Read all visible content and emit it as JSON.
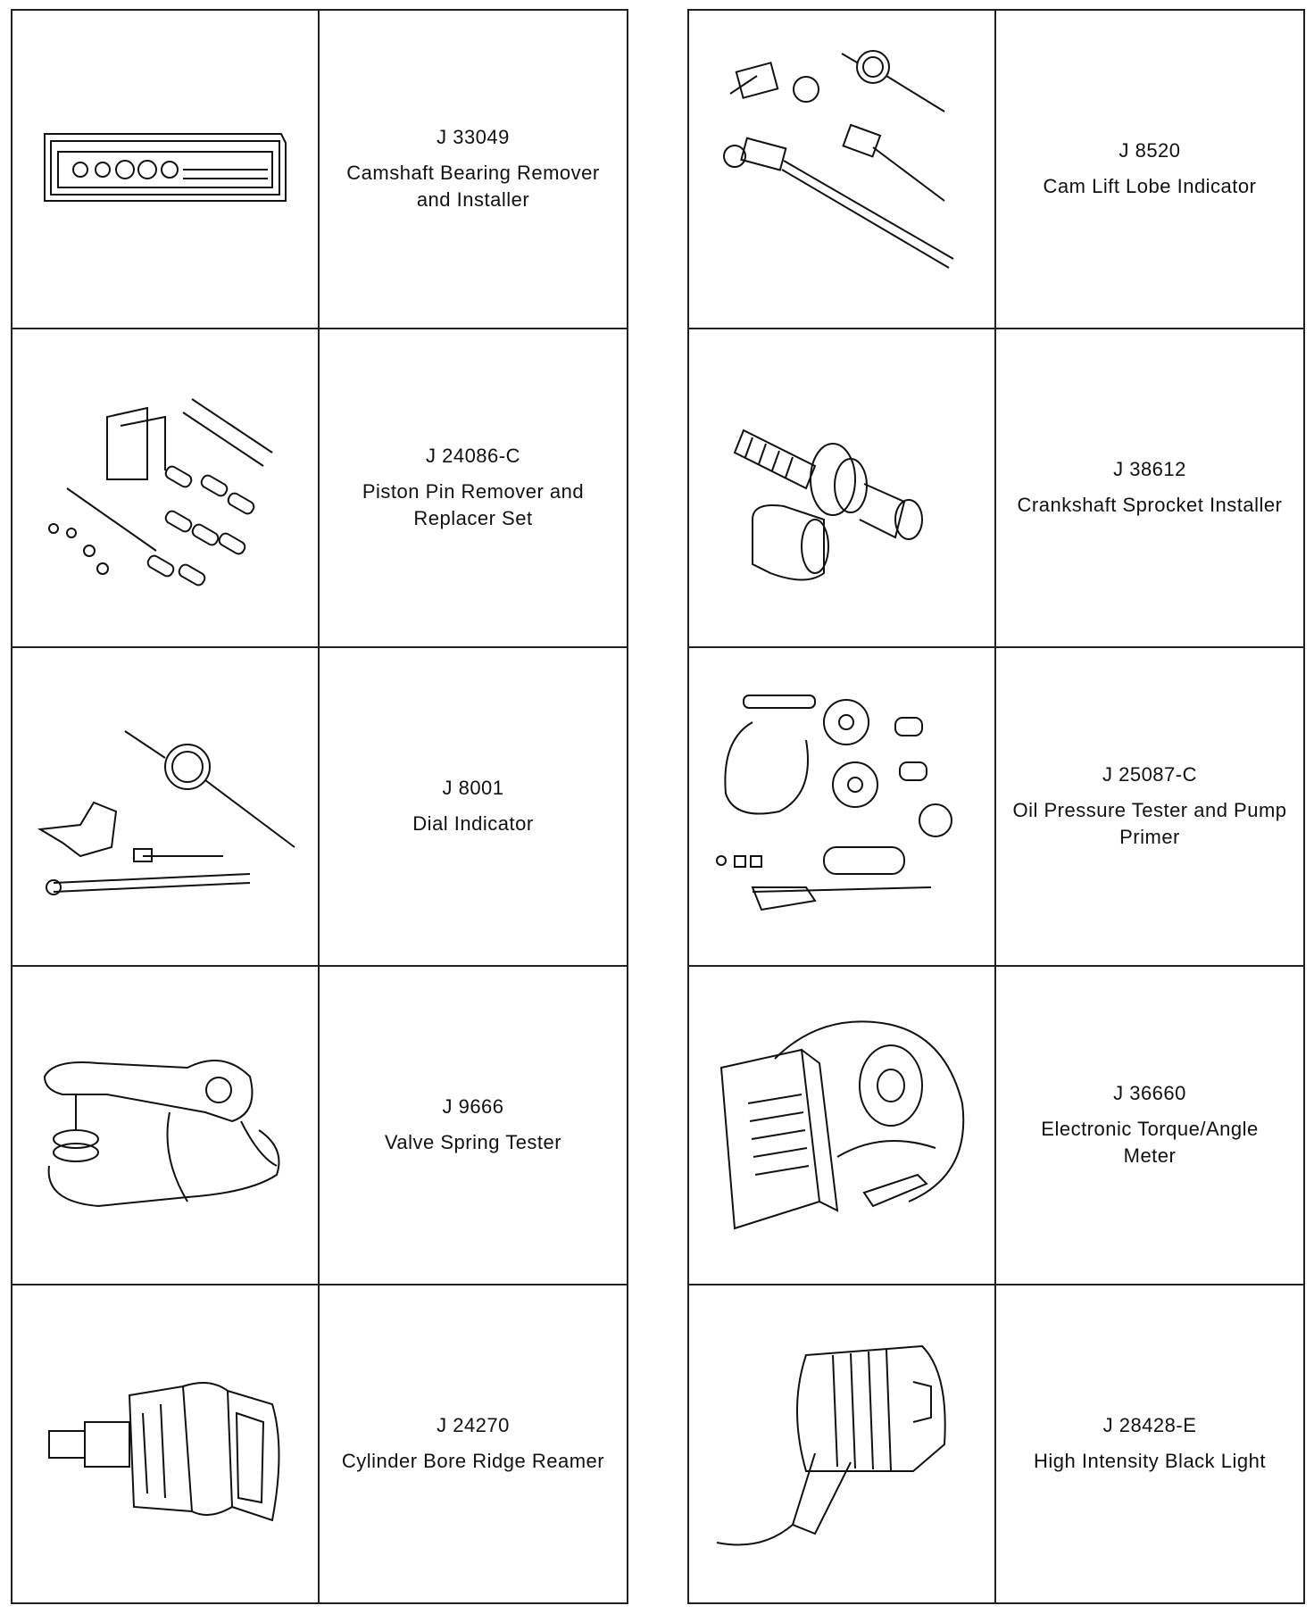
{
  "left_column": [
    {
      "number": "J 33049",
      "name": "Camshaft Bearing Remover and Installer",
      "icon": "camshaft-bearing-kit-icon"
    },
    {
      "number": "J 24086-C",
      "name": "Piston Pin Remover and Replacer Set",
      "icon": "piston-pin-set-icon"
    },
    {
      "number": "J 8001",
      "name": "Dial Indicator",
      "icon": "dial-indicator-icon"
    },
    {
      "number": "J 9666",
      "name": "Valve Spring Tester",
      "icon": "valve-spring-tester-icon"
    },
    {
      "number": "J 24270",
      "name": "Cylinder Bore Ridge Reamer",
      "icon": "ridge-reamer-icon"
    }
  ],
  "right_column": [
    {
      "number": "J 8520",
      "name": "Cam Lift Lobe Indicator",
      "icon": "cam-lift-indicator-icon"
    },
    {
      "number": "J 38612",
      "name": "Crankshaft Sprocket Installer",
      "icon": "sprocket-installer-icon"
    },
    {
      "number": "J 25087-C",
      "name": "Oil Pressure Tester and Pump Primer",
      "icon": "oil-pressure-tester-icon"
    },
    {
      "number": "J 36660",
      "name": "Electronic Torque/Angle Meter",
      "icon": "torque-angle-meter-icon"
    },
    {
      "number": "J 28428-E",
      "name": "High Intensity Black Light",
      "icon": "black-light-icon"
    }
  ]
}
